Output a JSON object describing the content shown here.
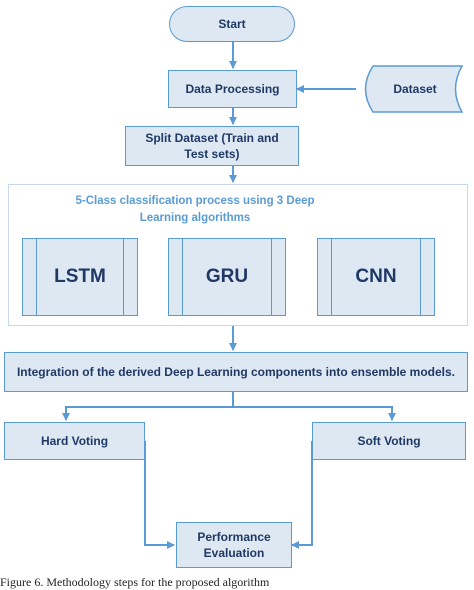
{
  "diagram": {
    "start": "Start",
    "data_processing": "Data Processing",
    "dataset": "Dataset",
    "split_dataset": "Split Dataset (Train and Test sets)",
    "classification_group_title": "5-Class classification process using 3 Deep Learning algorithms",
    "algorithms": [
      "LSTM",
      "GRU",
      "CNN"
    ],
    "integration": "Integration of the derived Deep Learning components into ensemble models.",
    "hard_voting": "Hard Voting",
    "soft_voting": "Soft Voting",
    "performance_evaluation": "Performance Evaluation"
  },
  "caption": "Figure 6. Methodology steps for the proposed algorithm",
  "colors": {
    "box_fill": "#dde8f3",
    "box_border": "#5b9bd5",
    "arrow": "#5b9bd5",
    "text": "#1f3864"
  }
}
